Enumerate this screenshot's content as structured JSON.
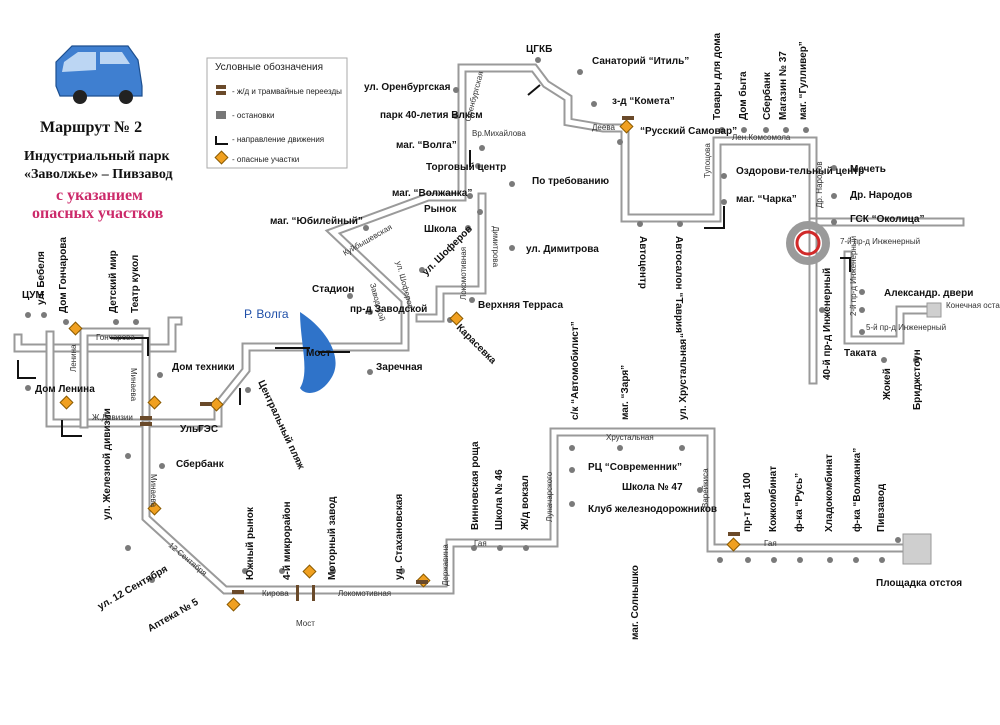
{
  "title": "Маршрут № 2",
  "subtitle_line1": "Индустриальный парк",
  "subtitle_line2": "«Заволжье» – Пивзавод",
  "note_line1": "с указанием",
  "note_line2": "опасных участков",
  "legend": {
    "header": "Условные обозначения",
    "items": [
      {
        "label": "- ж/д и трамвайные переезды",
        "icon": "rail-crossing-icon"
      },
      {
        "label": "- остановки",
        "icon": "stop-icon"
      },
      {
        "label": "- направление движения",
        "icon": "direction-arrow-icon"
      },
      {
        "label": "- опасные участки",
        "icon": "danger-sign-icon"
      }
    ]
  },
  "river": {
    "label": "Р. Волга"
  },
  "colors": {
    "route": "#9a9a9a",
    "stop": "#7a7a7a",
    "river": "#2f73c9",
    "danger": "#f0a020",
    "title_red": "#cc2a6a"
  },
  "stops": [
    {
      "label": "ЦУМ"
    },
    {
      "label": "ул. Бебеля"
    },
    {
      "label": "Дом Гончарова"
    },
    {
      "label": "Детский мир"
    },
    {
      "label": "Театр кукол"
    },
    {
      "label": "Дом Ленина"
    },
    {
      "label": "Дом техники"
    },
    {
      "label": "УльГЭС"
    },
    {
      "label": "ул. Железной дивизии"
    },
    {
      "label": "Сбербанк"
    },
    {
      "label": "ул. 12 Сентября"
    },
    {
      "label": "Аптека № 5"
    },
    {
      "label": "Южный рынок"
    },
    {
      "label": "4-й микрорайон"
    },
    {
      "label": "Моторный завод"
    },
    {
      "label": "ул. Стахановская"
    },
    {
      "label": "Центральный пляж"
    },
    {
      "label": "Заречная"
    },
    {
      "label": "Стадион"
    },
    {
      "label": "пр-д Заводской"
    },
    {
      "label": "маг. “Юбилейный”"
    },
    {
      "label": "ул. Шоферов"
    },
    {
      "label": "Карасевка"
    },
    {
      "label": "Верхняя Терраса"
    },
    {
      "label": "ул. Димитрова"
    },
    {
      "label": "По требованию"
    },
    {
      "label": "Школа"
    },
    {
      "label": "Рынок"
    },
    {
      "label": "маг. “Волжанка”"
    },
    {
      "label": "Торговый центр"
    },
    {
      "label": "маг. “Волга”"
    },
    {
      "label": "парк 40-летия Влксм"
    },
    {
      "label": "ул. Оренбургская"
    },
    {
      "label": "ЦГКБ"
    },
    {
      "label": "Санаторий “Итиль”"
    },
    {
      "label": "з-д “Комета”"
    },
    {
      "label": "“Русский Самовар”"
    },
    {
      "label": "Автоцентр"
    },
    {
      "label": "Автосалон “Таврия”"
    },
    {
      "label": "Товары для дома"
    },
    {
      "label": "Дом быта"
    },
    {
      "label": "Сбербанк"
    },
    {
      "label": "Магазин № 37"
    },
    {
      "label": "маг. “Гулливер”"
    },
    {
      "label": "Оздорови-тельный центр"
    },
    {
      "label": "маг. “Чарка”"
    },
    {
      "label": "Мечеть"
    },
    {
      "label": "Др. Народов"
    },
    {
      "label": "ГСК “Околица”"
    },
    {
      "label": "Александр. двери"
    },
    {
      "label": "Конечная остановка"
    },
    {
      "label": "Таката"
    },
    {
      "label": "Жокей"
    },
    {
      "label": "Бриджстоун"
    },
    {
      "label": "40-й пр-д Инженерный"
    },
    {
      "label": "с/к “Автомобилист”"
    },
    {
      "label": "маг. “Заря”"
    },
    {
      "label": "ул. Хрустальная"
    },
    {
      "label": "Винновская роща"
    },
    {
      "label": "Школа № 46"
    },
    {
      "label": "Ж/д вокзал"
    },
    {
      "label": "РЦ “Современник”"
    },
    {
      "label": "Клуб железнодорожников"
    },
    {
      "label": "Школа № 47"
    },
    {
      "label": "маг. Солнышко"
    },
    {
      "label": "пр-т Гая 100"
    },
    {
      "label": "Кожкомбинат"
    },
    {
      "label": "ф-ка “Русь”"
    },
    {
      "label": "Хладокомбинат"
    },
    {
      "label": "ф-ка “Волжанка”"
    },
    {
      "label": "Пивзавод"
    },
    {
      "label": "Площадка отстоя"
    }
  ],
  "streets": [
    {
      "label": "Гончарова"
    },
    {
      "label": "Ленина"
    },
    {
      "label": "Минаева"
    },
    {
      "label": "Ж.Дивизии"
    },
    {
      "label": "Минаева"
    },
    {
      "label": "12 Сентября"
    },
    {
      "label": "Кирова"
    },
    {
      "label": "Локомотивная"
    },
    {
      "label": "Мост"
    },
    {
      "label": "Державина"
    },
    {
      "label": "Гая"
    },
    {
      "label": "Луначарского"
    },
    {
      "label": "Хрустальная"
    },
    {
      "label": "Варейкиса"
    },
    {
      "label": "Гая"
    },
    {
      "label": "Мост"
    },
    {
      "label": "Куйбышевская"
    },
    {
      "label": "ул. Шоферов"
    },
    {
      "label": "Заводской"
    },
    {
      "label": "Димитрова"
    },
    {
      "label": "Локомотивная"
    },
    {
      "label": "Оренбургская"
    },
    {
      "label": "Вр.Михайлова"
    },
    {
      "label": "Деева"
    },
    {
      "label": "Тупоцова"
    },
    {
      "label": "Лен.Комсомола"
    },
    {
      "label": "Др. Народов"
    },
    {
      "label": "7-й пр-д Инженерный"
    },
    {
      "label": "2-й пр-д Инженерный"
    },
    {
      "label": "5-й пр-д Инженерный"
    }
  ]
}
